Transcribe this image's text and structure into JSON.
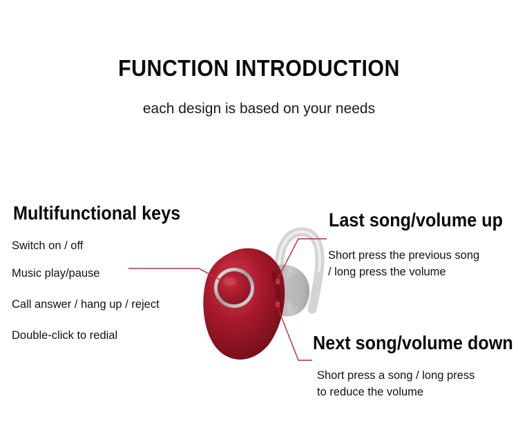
{
  "header": {
    "title": "FUNCTION INTRODUCTION",
    "subtitle": "each design is based on your needs"
  },
  "left_panel": {
    "heading": "Multifunctional keys",
    "items": [
      "Switch on / off",
      "Music play/pause",
      "Call answer / hang up / reject",
      "Double-click to redial"
    ]
  },
  "right_top": {
    "heading": "Last song/volume up",
    "description_lines": [
      "Short press the previous song",
      "/ long press the volume"
    ]
  },
  "right_bottom": {
    "heading": "Next song/volume down",
    "description_lines": [
      "Short press a song / long press",
      "to reduce the volume"
    ]
  },
  "colors": {
    "leader_line": "#c0263a",
    "earbud_body": "#a8192b",
    "earbud_ring": "#d9d9d9",
    "ear_hook": "#d0d0d0"
  }
}
